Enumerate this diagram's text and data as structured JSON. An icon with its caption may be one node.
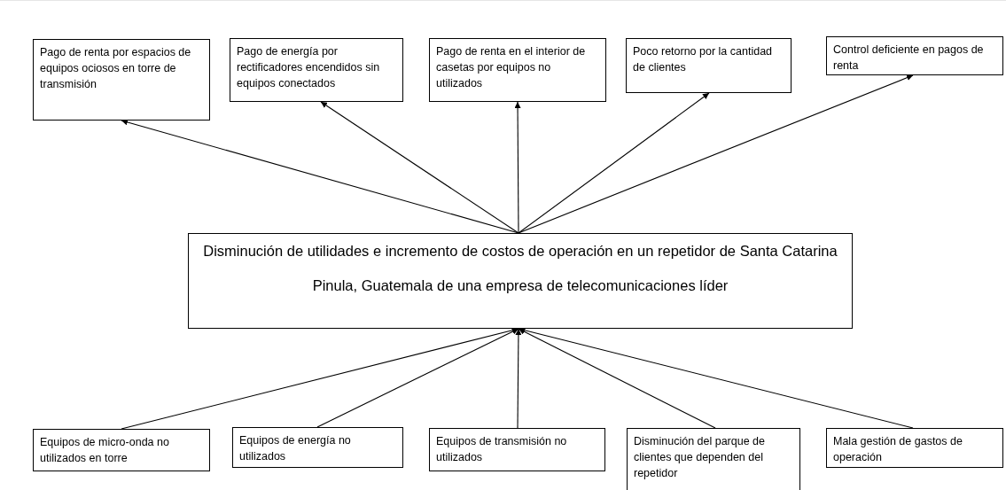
{
  "diagram": {
    "nodes": [
      {
        "text": [
          "Pago de renta por espacios de equipos ociosos en torre de transmisión"
        ]
      },
      {
        "text": [
          "Pago de energía por rectificadores encendidos sin equipos conectados"
        ]
      },
      {
        "text": [
          "Pago de renta en el interior de casetas por equipos no utilizados"
        ]
      },
      {
        "text": [
          "Poco retorno por la cantidad de clientes"
        ]
      },
      {
        "text": [
          "Control deficiente en pagos de renta"
        ]
      },
      {
        "text": [
          "Disminución de utilidades e incremento de costos de operación en un repetidor de Santa Catarina Pinula, Guatemala de una empresa de telecomunicaciones líder"
        ]
      },
      {
        "text": [
          "Equipos de micro-onda no utilizados en torre"
        ]
      },
      {
        "text": [
          "Equipos de energía no utilizados"
        ]
      },
      {
        "text": [
          "Equipos de transmisión no utilizados"
        ]
      },
      {
        "text": [
          "Disminución del parque de clientes que dependen del repetidor"
        ]
      },
      {
        "text": [
          "Mala gestión de gastos de operación"
        ]
      }
    ],
    "edges": [
      {
        "from": 5,
        "to": 0,
        "arrow": "to"
      },
      {
        "from": 5,
        "to": 1,
        "arrow": "to"
      },
      {
        "from": 5,
        "to": 2,
        "arrow": "to"
      },
      {
        "from": 5,
        "to": 3,
        "arrow": "to"
      },
      {
        "from": 5,
        "to": 4,
        "arrow": "to"
      },
      {
        "from": 6,
        "to": 5,
        "arrow": "to"
      },
      {
        "from": 7,
        "to": 5,
        "arrow": "to"
      },
      {
        "from": 8,
        "to": 5,
        "arrow": "to"
      },
      {
        "from": 9,
        "to": 5,
        "arrow": "to"
      },
      {
        "from": 10,
        "to": 5,
        "arrow": "to"
      }
    ]
  }
}
